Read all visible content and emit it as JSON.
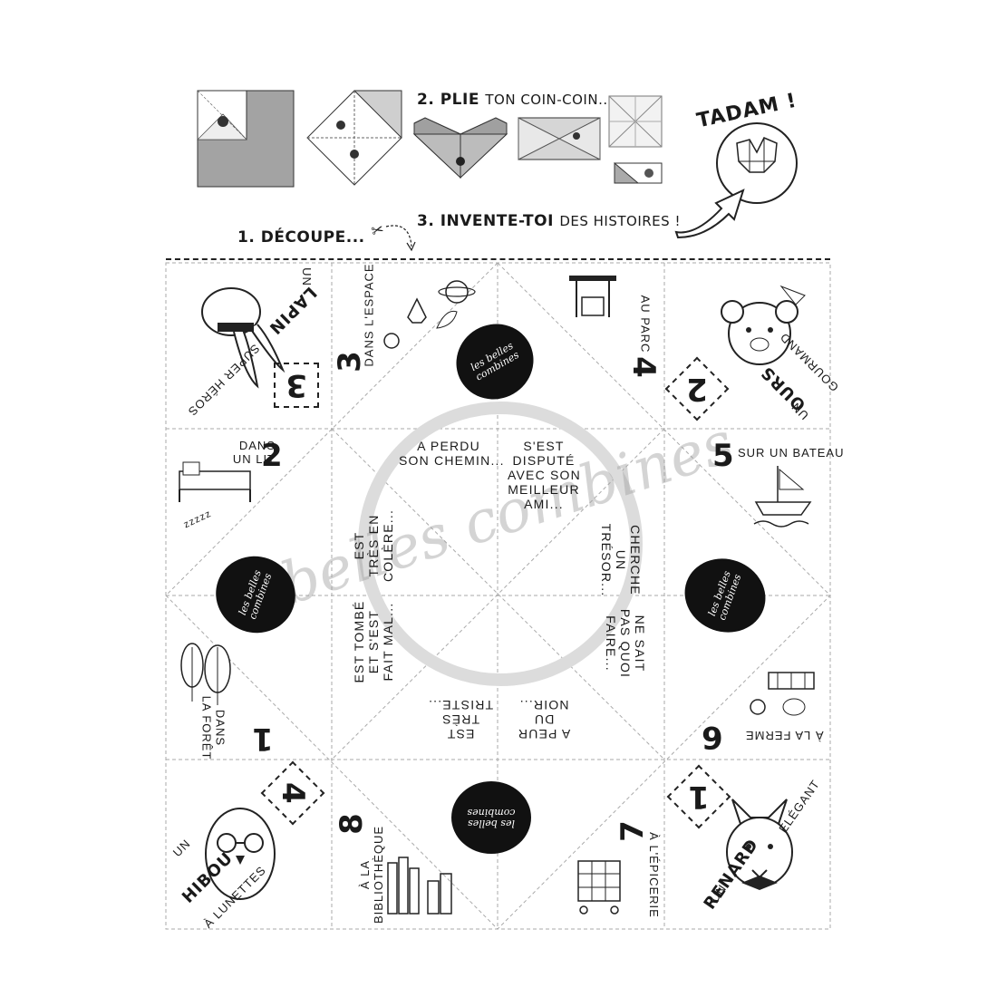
{
  "steps": {
    "plie_bold": "2. PLIE",
    "plie_rest": "TON COIN-COIN...",
    "decoupe": "1. DÉCOUPE...",
    "invente_bold": "3. INVENTE-TOI",
    "invente_rest": "DES HISTOIRES !",
    "tadam": "TADAM !"
  },
  "watermark": "belles combines",
  "logo": {
    "line1": "les belles",
    "line2": "combines"
  },
  "corners": {
    "lapin": {
      "number": "3",
      "pre": "UN",
      "name": "LAPIN",
      "post": "SUPER HÉROS"
    },
    "ours": {
      "number": "2",
      "pre": "UN",
      "name": "OURS",
      "post": "GOURMAND"
    },
    "hibou": {
      "number": "4",
      "pre": "UN",
      "name": "HIBOU",
      "post": "À LUNETTES"
    },
    "renard": {
      "number": "1",
      "pre": "UN",
      "name": "RENARD",
      "post": "ÉLÉGANT"
    }
  },
  "places": {
    "p1": {
      "number": "1",
      "line1": "DANS",
      "line2": "LA FORÊT"
    },
    "p2": {
      "number": "2",
      "line1": "DANS",
      "line2": "UN LIT"
    },
    "p3": {
      "number": "3",
      "line1": "DANS L'ESPACE"
    },
    "p4": {
      "number": "4",
      "line1": "AU PARC"
    },
    "p5": {
      "number": "5",
      "line1": "SUR UN BATEAU"
    },
    "p6": {
      "number": "6",
      "line1": "À LA FERME"
    },
    "p7": {
      "number": "7",
      "line1": "À L'ÉPICERIE"
    },
    "p8": {
      "number": "8",
      "line1": "À LA",
      "line2": "BIBLIOTHÈQUE"
    }
  },
  "zzz": "zzzzz",
  "situations": {
    "s1": [
      "A PERDU",
      "SON CHEMIN..."
    ],
    "s2": [
      "S'EST",
      "DISPUTÉ",
      "AVEC SON",
      "MEILLEUR",
      "AMI..."
    ],
    "s3": [
      "CHERCHE",
      "UN",
      "TRÉSOR..."
    ],
    "s4": [
      "NE SAIT",
      "PAS QUOI",
      "FAIRE..."
    ],
    "s5": [
      "A PEUR",
      "DU",
      "NOIR..."
    ],
    "s6": [
      "EST",
      "TRÈS",
      "TRISTE..."
    ],
    "s7": [
      "EST TOMBÉ",
      "ET S'EST",
      "FAIT MAL..."
    ],
    "s8": [
      "EST",
      "TRÈS EN",
      "COLÈRE..."
    ]
  }
}
